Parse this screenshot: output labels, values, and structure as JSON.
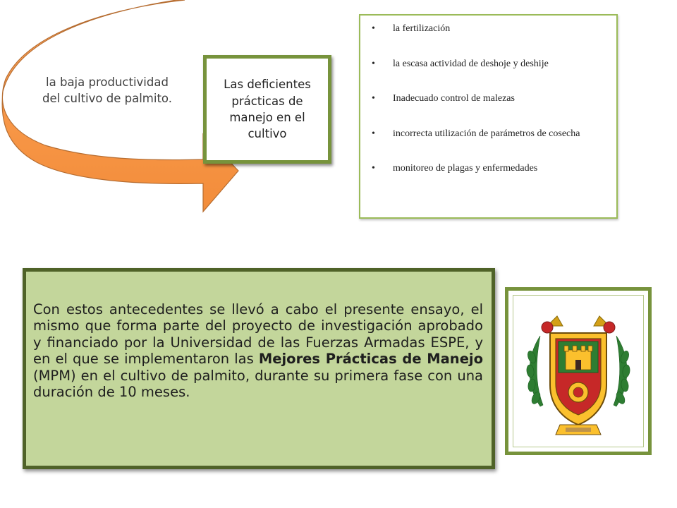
{
  "arrow": {
    "label": "la baja productividad del cultivo de palmito.",
    "fill_color": "#f79646",
    "stroke_color": "#b66d31"
  },
  "deficientes_box": {
    "text": "Las deficientes prácticas de manejo en el cultivo",
    "border_color": "#77933c"
  },
  "list_box": {
    "items": [
      "la fertilización",
      "la escasa actividad de deshoje y deshije",
      "Inadecuado control de malezas",
      "incorrecta utilización de parámetros de cosecha",
      "monitoreo de plagas y enfermedades"
    ],
    "bullet": "•",
    "border_color": "#9bbb59"
  },
  "main_box": {
    "text_before": "Con estos antecedentes se llevó a cabo el presente ensayo, el mismo que forma parte del proyecto de investigación aprobado y financiado por la Universidad de las Fuerzas Armadas ESPE, y en el que se implementaron las ",
    "text_bold": "Mejores Prácticas de Manejo",
    "text_after": " (MPM) en el cultivo de palmito, durante su primera fase con una duración de 10 meses.",
    "background": "#c3d69b",
    "border_color": "#4f6228"
  },
  "logo_box": {
    "icon": "university-crest-icon",
    "border_color": "#77933c"
  }
}
